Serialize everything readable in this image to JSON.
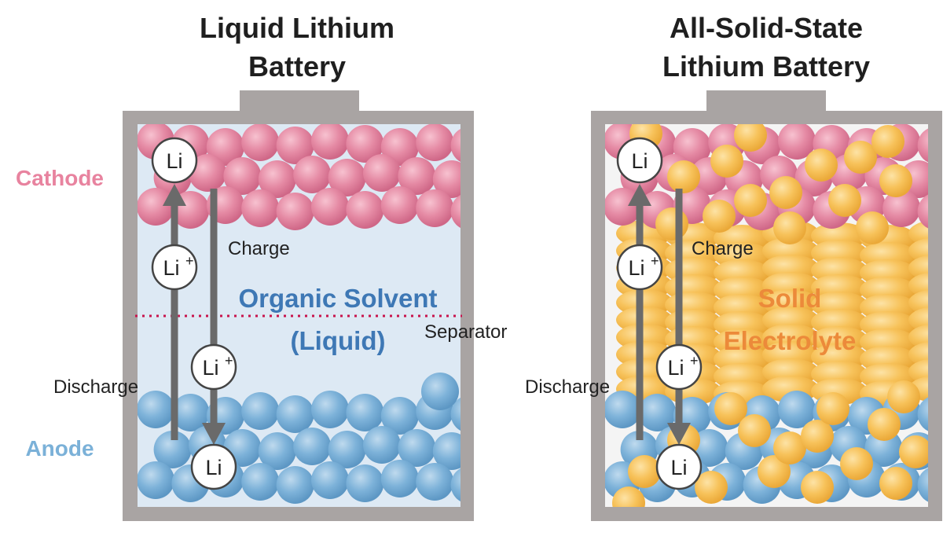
{
  "colors": {
    "cathode": "#e8839f",
    "anode": "#7bb1d8",
    "solid_electrolyte": "#f7c35e",
    "electrolyte_text_liquid": "#3e78b5",
    "electrolyte_text_solid": "#ec8a3a",
    "separator": "#c8154d",
    "casing": "#a9a4a3",
    "liquid_fill": "#dde9f4",
    "arrow": "#6a6a6a"
  },
  "icons": [
    "li-ion-circle",
    "arrow-up",
    "arrow-down",
    "cathode-particle",
    "anode-particle",
    "electrolyte-particle"
  ],
  "liquid_battery": {
    "title_line1": "Liquid Lithium",
    "title_line2": "Battery",
    "cathode_label": "Cathode",
    "anode_label": "Anode",
    "electrolyte_line1": "Organic Solvent",
    "electrolyte_line2": "(Liquid)",
    "separator_label": "Separator",
    "charge_label": "Charge",
    "discharge_label": "Discharge",
    "ion_top": "Li",
    "ion_left": "Li",
    "ion_right": "Li",
    "ion_bottom": "Li",
    "plus": "+"
  },
  "solid_battery": {
    "title_line1": "All-Solid-State",
    "title_line2": "Lithium Battery",
    "electrolyte_line1": "Solid",
    "electrolyte_line2": "Electrolyte",
    "charge_label": "Charge",
    "discharge_label": "Discharge",
    "ion_top": "Li",
    "ion_left": "Li",
    "ion_right": "Li",
    "ion_bottom": "Li",
    "plus": "+"
  }
}
